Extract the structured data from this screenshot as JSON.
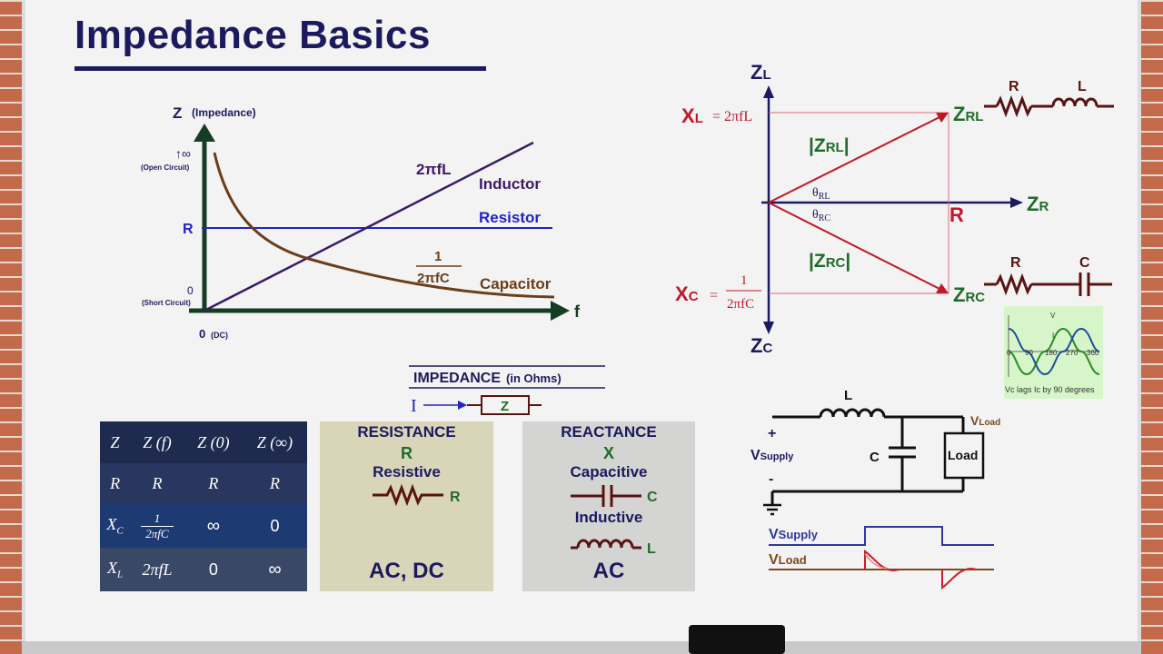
{
  "title": "Impedance Basics",
  "graph": {
    "y_label": "Z",
    "y_label_small": "(Impedance)",
    "infinity_label": "↑∞",
    "open_circuit": "(Open Circuit)",
    "r_tick": "R",
    "zero_label": "0",
    "short_circuit": "(Short Circuit)",
    "origin_label": "0",
    "origin_small": "(DC)",
    "x_label": "f",
    "inductor_formula": "2πfL",
    "inductor_label": "Inductor",
    "resistor_label": "Resistor",
    "capacitor_num": "1",
    "capacitor_den": "2πfC",
    "capacitor_label": "Capacitor"
  },
  "phasor": {
    "zl_axis": "Z",
    "zl_axis_sub": "L",
    "zc_axis": "Z",
    "zc_axis_sub": "C",
    "zr_axis": "Z",
    "zr_axis_sub": "R",
    "xl_label": "X",
    "xl_sub": "L",
    "xl_formula": "= 2πfL",
    "xc_label": "X",
    "xc_sub": "C",
    "xc_eq": "=",
    "xc_num": "1",
    "xc_den": "2πfC",
    "zrl": "Z",
    "zrl_sub": "RL",
    "zrc": "Z",
    "zrc_sub": "RC",
    "mag_zrl": "|Z",
    "mag_zrl_sub": "RL",
    "mag_zrc": "|Z",
    "mag_zrc_sub": "RC",
    "bar": "|",
    "theta_rl": "θ",
    "theta_rl_sub": "RL",
    "theta_rc": "θ",
    "theta_rc_sub": "RC",
    "r_mark": "R",
    "rl_r": "R",
    "rl_l": "L",
    "rc_r": "R",
    "rc_c": "C"
  },
  "wave_inset": {
    "v": "V",
    "i": "I",
    "ticks": [
      "0",
      "90",
      "180",
      "270",
      "360"
    ],
    "caption": "Vc lags Ic by 90 degrees"
  },
  "impedance_header": {
    "title": "IMPEDANCE",
    "units": "(in Ohms)",
    "current": "I",
    "z": "Z"
  },
  "table": {
    "rows": [
      [
        "Z",
        "Z (f)",
        "Z (0)",
        "Z (∞)"
      ],
      [
        "R",
        "R",
        "R",
        "R"
      ],
      [
        "XC",
        "1/2πfC",
        "∞",
        "0"
      ],
      [
        "XL",
        "2πfL",
        "0",
        "∞"
      ]
    ],
    "xc_num": "1",
    "xc_den": "2πfC",
    "row_colors": [
      "#1e2a4e",
      "#29365f",
      "#1e3a72",
      "#3a4868"
    ]
  },
  "resistance_panel": {
    "heading": "RESISTANCE",
    "symbol": "R",
    "type": "Resistive",
    "component": "R",
    "domain": "AC, DC",
    "bg": "#d8d5b9"
  },
  "reactance_panel": {
    "heading": "REACTANCE",
    "symbol": "X",
    "type1": "Capacitive",
    "comp1": "C",
    "type2": "Inductive",
    "comp2": "L",
    "domain": "AC",
    "bg": "#d4d4d2"
  },
  "circuit": {
    "l": "L",
    "c": "C",
    "plus": "+",
    "minus": "-",
    "vsupply": "V",
    "vsupply_sub": "Supply",
    "vload": "V",
    "vload_sub": "Load",
    "load": "Load",
    "vsupply_wave": "V",
    "vsupply_wave_sub": "Supply",
    "vload_wave": "V",
    "vload_wave_sub": "Load"
  },
  "colors": {
    "navy": "#1b1a5e",
    "purple": "#3b1a66",
    "resistor_blue": "#2323c8",
    "capacitor_brown": "#6b3e1a",
    "red": "#c0182a",
    "green": "#1f6b2b",
    "axis_green": "#143d24"
  }
}
